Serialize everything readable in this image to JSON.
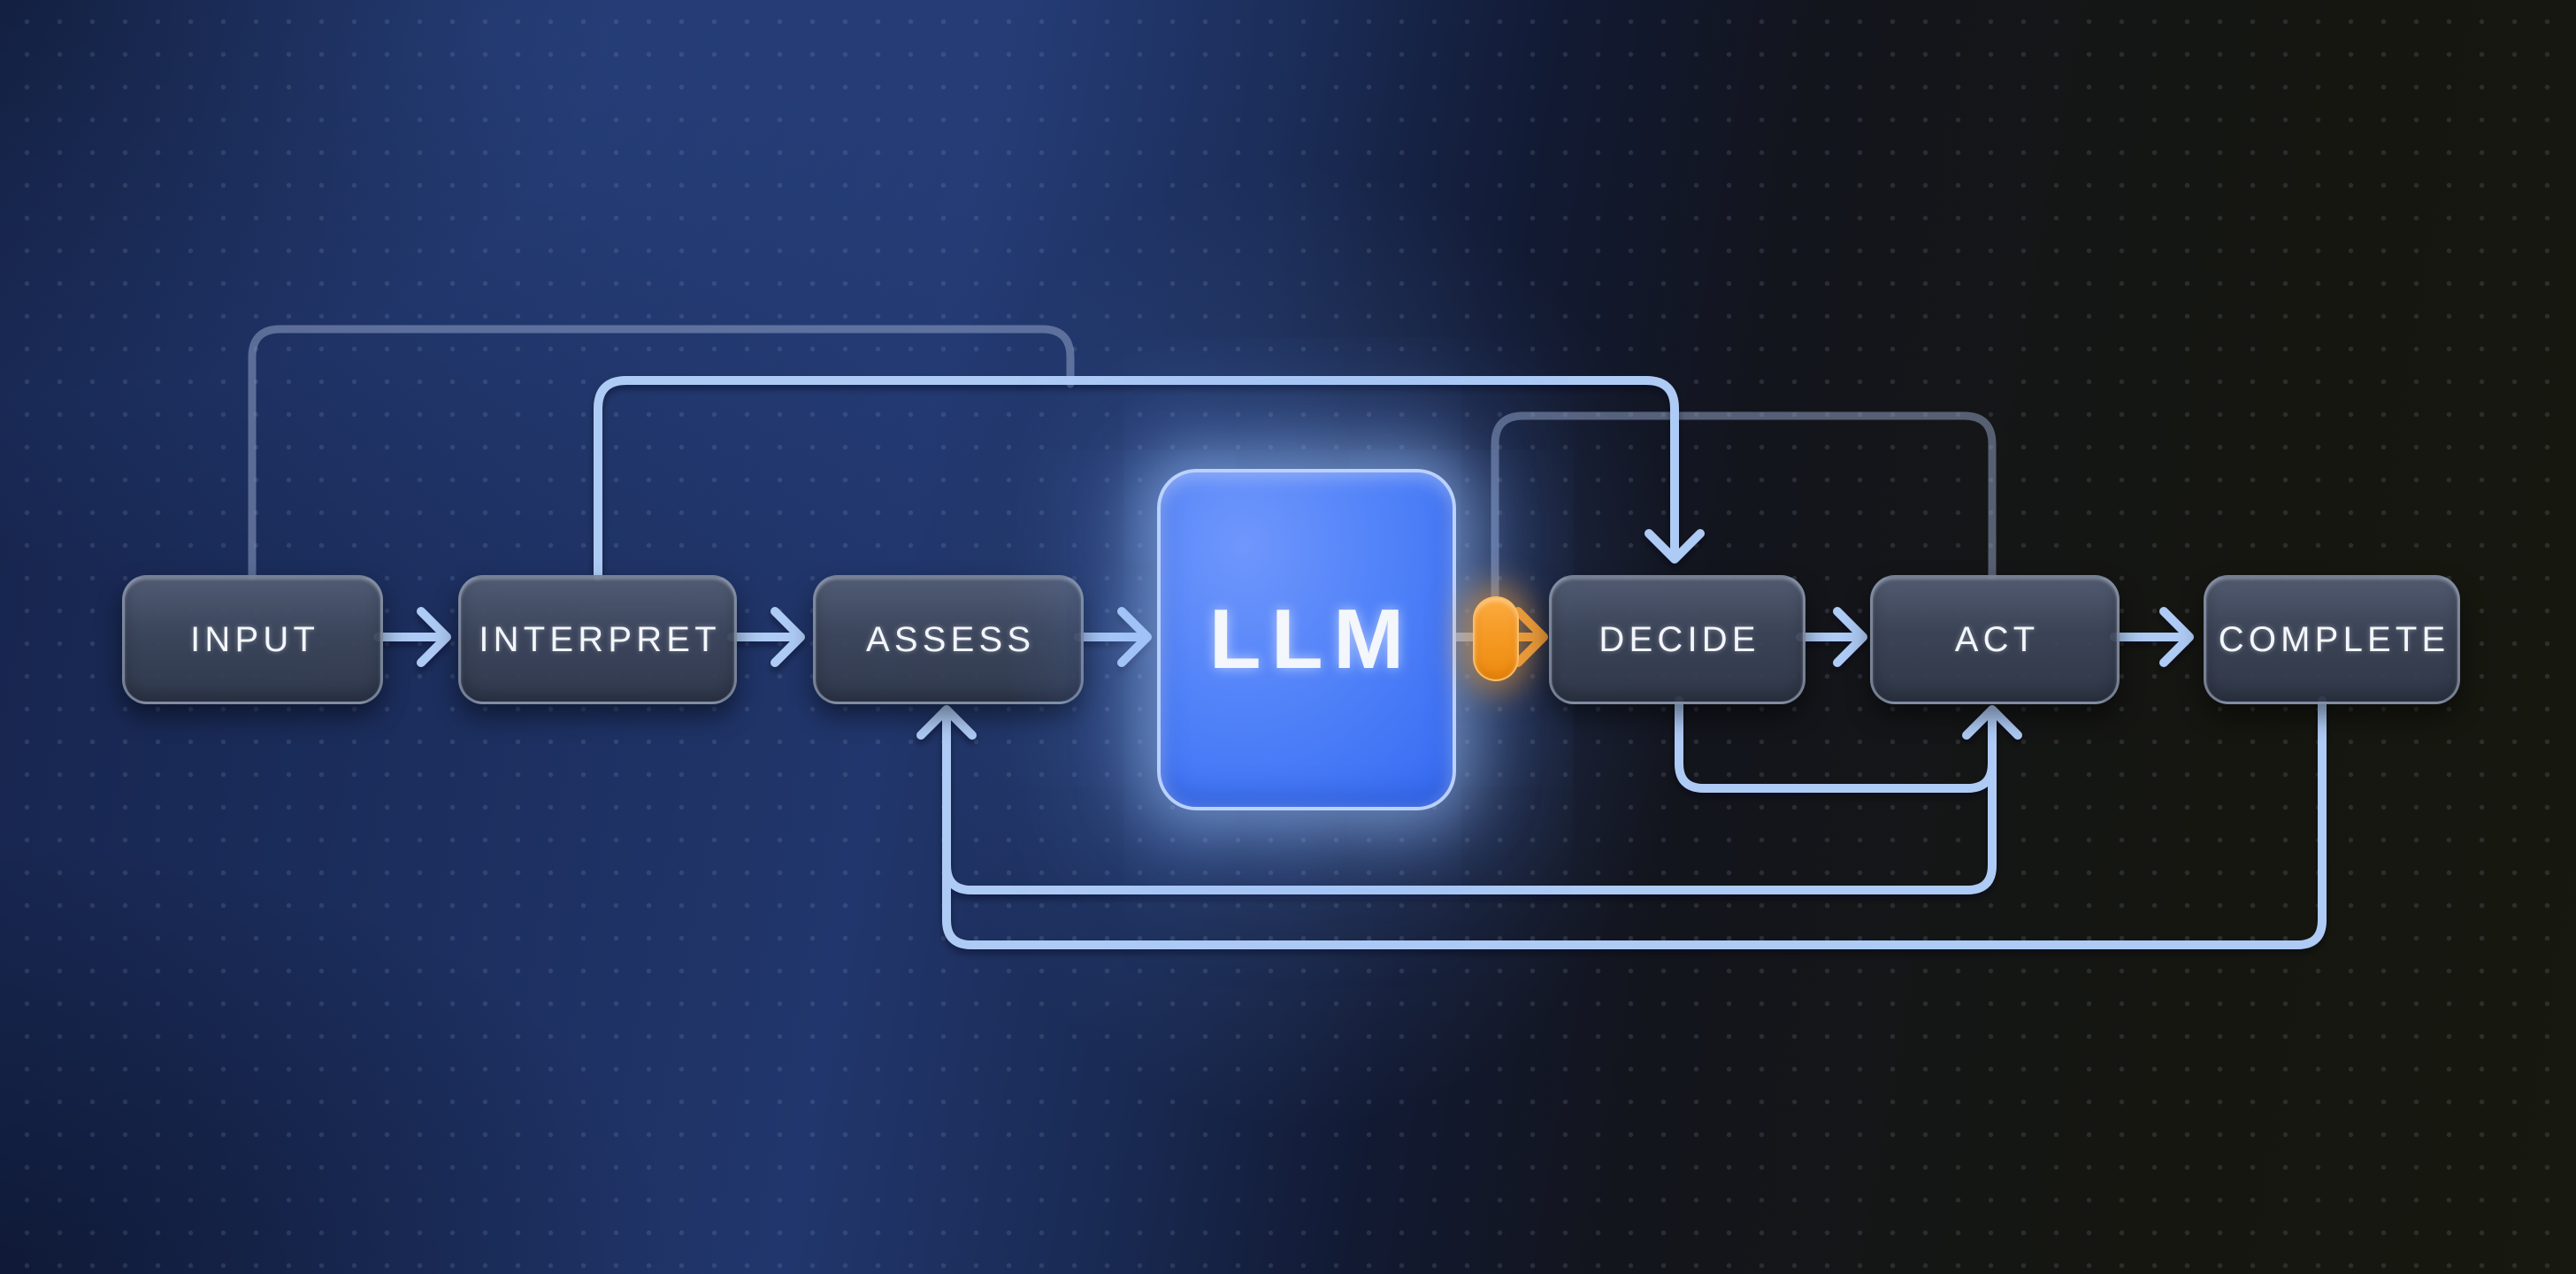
{
  "diagram": {
    "nodes": [
      {
        "id": "input",
        "label": "INPUT"
      },
      {
        "id": "interpret",
        "label": "INTERPRET"
      },
      {
        "id": "assess",
        "label": "ASSESS"
      },
      {
        "id": "llm",
        "label": "LLM",
        "emphasis": "primary-glow-blue"
      },
      {
        "id": "decide",
        "label": "DECIDE"
      },
      {
        "id": "act",
        "label": "ACT"
      },
      {
        "id": "complete",
        "label": "COMPLETE"
      }
    ],
    "token_connector": {
      "shape": "pill",
      "color": "#F59B28",
      "position": "between LLM and DECIDE"
    },
    "edges": [
      {
        "from": "INPUT",
        "to": "INTERPRET",
        "route": "direct",
        "style": "bright-arrow"
      },
      {
        "from": "INTERPRET",
        "to": "ASSESS",
        "route": "direct",
        "style": "bright-arrow"
      },
      {
        "from": "ASSESS",
        "to": "LLM",
        "route": "direct",
        "style": "bright-arrow"
      },
      {
        "from": "LLM",
        "to": "DECIDE",
        "route": "via-token",
        "style": "orange-arrow"
      },
      {
        "from": "DECIDE",
        "to": "ACT",
        "route": "direct",
        "style": "bright-arrow"
      },
      {
        "from": "ACT",
        "to": "COMPLETE",
        "route": "direct",
        "style": "bright-arrow"
      },
      {
        "from": "INPUT",
        "to": "DECIDE",
        "route": "top-merge-into-interpret-line",
        "style": "dim-line"
      },
      {
        "from": "INTERPRET",
        "to": "DECIDE",
        "route": "top",
        "style": "bright-arrow"
      },
      {
        "from": "TOKEN",
        "to": "ACT",
        "route": "top",
        "style": "dim-line"
      },
      {
        "from": "DECIDE",
        "to": "ACT",
        "route": "bottom-inner-u",
        "style": "bright-arrow"
      },
      {
        "from": "COMPLETE",
        "to": "ASSESS",
        "route": "bottom-outer",
        "style": "bright-arrow"
      },
      {
        "from": "ASSESS-trunk",
        "to": "ACT",
        "route": "bottom-middle-branch",
        "style": "bright-arrow"
      }
    ],
    "colors": {
      "background_left": "#1D3061",
      "background_right": "#17180F",
      "line_bright": "#AECBF5",
      "line_dim": "#5C6B8F",
      "line_gray": "#9AA5B5",
      "llm_fill": "#4E80F8",
      "llm_border": "#C1D6FF",
      "node_fill": "#3E475B",
      "node_border": "#A0ACC2",
      "token_orange": "#F59B28",
      "text": "#F3F6FB"
    }
  }
}
